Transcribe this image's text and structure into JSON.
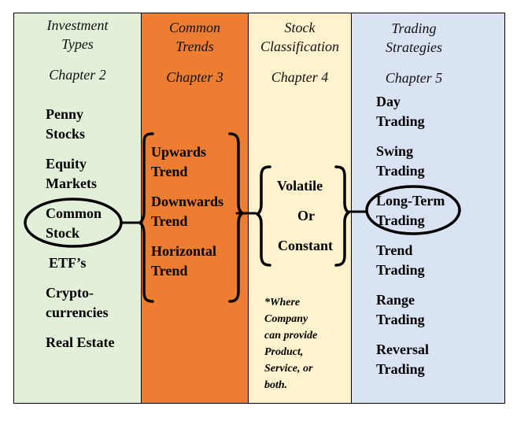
{
  "columns": [
    {
      "title": "Investment\nTypes",
      "chapter": "Chapter 2",
      "items": [
        "Penny\nStocks",
        "Equity\nMarkets",
        "Common\nStock",
        "ETF’s",
        "Crypto-\ncurrencies",
        "Real Estate"
      ]
    },
    {
      "title": "Common\nTrends",
      "chapter": "Chapter 3",
      "items": [
        "Upwards\nTrend",
        "Downwards\nTrend",
        "Horizontal\nTrend"
      ]
    },
    {
      "title": "Stock\nClassification",
      "chapter": "Chapter 4",
      "items": [
        "Volatile",
        "Or",
        "Constant"
      ],
      "note": "*Where\nCompany\ncan provide\nProduct,\nService, or\nboth."
    },
    {
      "title": "Trading\nStrategies",
      "chapter": "Chapter 5",
      "items": [
        "Day\nTrading",
        "Swing\nTrading",
        "Long-Term\nTrading",
        "Trend\nTrading",
        "Range\nTrading",
        "Reversal\nTrading"
      ]
    }
  ],
  "highlighted": [
    "Common\nStock",
    "Long-Term\nTrading"
  ],
  "colors": {
    "col1": "#e2efd9",
    "col2": "#ed7d31",
    "col3": "#fff2cc",
    "col4": "#dae3f3",
    "lines": "#000000"
  }
}
